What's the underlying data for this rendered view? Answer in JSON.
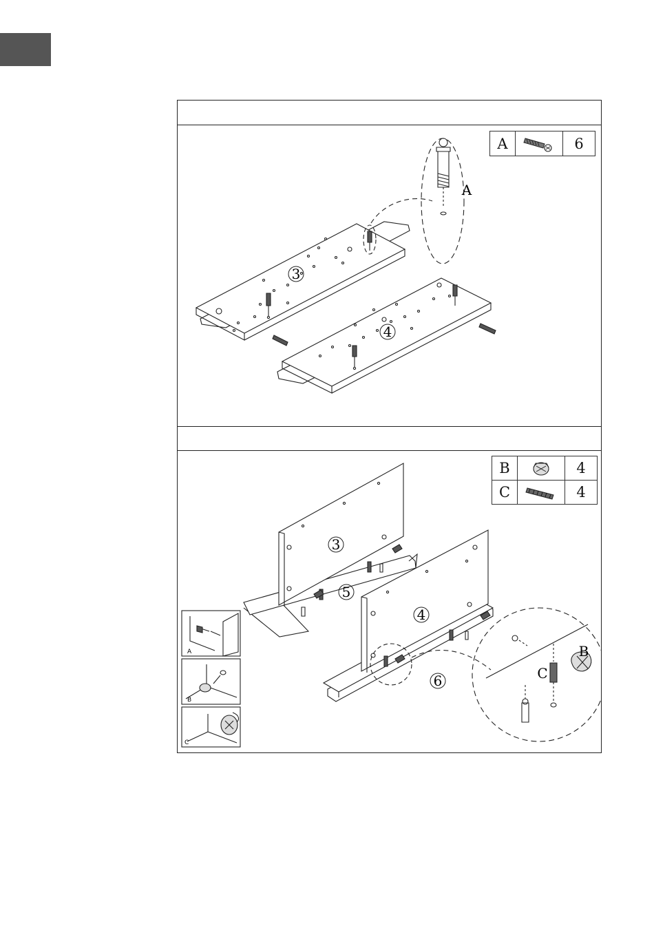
{
  "page": {
    "accent_tab_color": "#555555"
  },
  "steps": [
    {
      "title": "",
      "parts": [
        {
          "letter": "A",
          "icon": "cam-bolt-icon",
          "qty": "6"
        }
      ],
      "labels": {
        "panel_a": "3",
        "panel_b": "4",
        "callout": "A"
      }
    },
    {
      "title": "",
      "parts": [
        {
          "letter": "B",
          "icon": "cam-lock-icon",
          "qty": "4"
        },
        {
          "letter": "C",
          "icon": "wooden-dowel-icon",
          "qty": "4"
        }
      ],
      "labels": {
        "side_a": "3",
        "side_b": "4",
        "base_a": "5",
        "base_b": "6",
        "callout_b": "B",
        "callout_c": "C"
      },
      "insets": [
        "A",
        "B",
        "C"
      ]
    }
  ]
}
